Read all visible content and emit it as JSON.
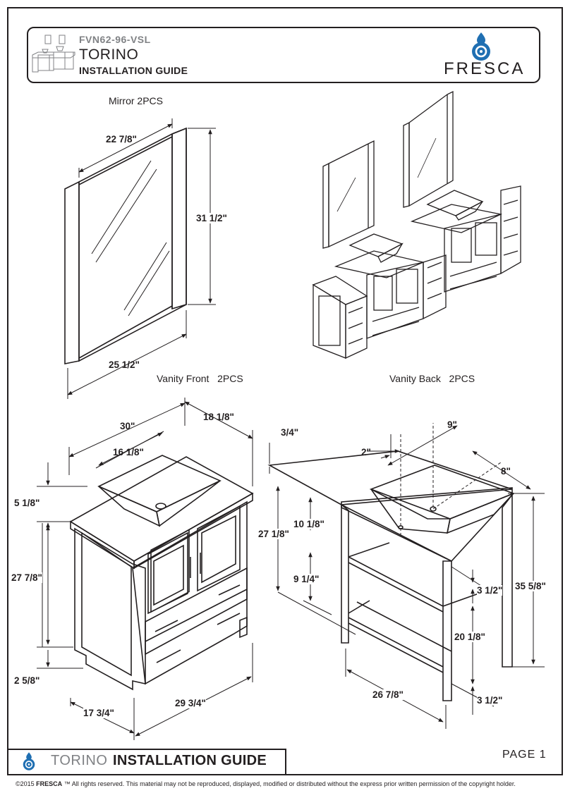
{
  "header": {
    "model": "FVN62-96-VSL",
    "series": "TORINO",
    "guide": "INSTALLATION GUIDE",
    "brand": "FRESCA"
  },
  "captions": {
    "mirror": "Mirror 2PCS",
    "vanity_front": "Vanity Front   2PCS",
    "vanity_back": "Vanity Back   2PCS"
  },
  "mirror_dims": {
    "width_top": "22 7/8\"",
    "height": "31 1/2\"",
    "width_bottom": "25 1/2\""
  },
  "front_dims": {
    "width": "30\"",
    "depth": "18 1/8\"",
    "sink_width": "16 1/8\"",
    "sink_height": "5 1/8\"",
    "cabinet_height": "27 7/8\"",
    "leg_height": "2 5/8\"",
    "base_depth": "17 3/4\"",
    "base_width": "29 3/4\""
  },
  "back_dims": {
    "top_thickness": "3/4\"",
    "offset_2": "2\"",
    "offset_9": "9\"",
    "offset_8": "8\"",
    "upper_height": "27 1/8\"",
    "upper_gap": "10 1/8\"",
    "lower_gap": "9 1/4\"",
    "shelf_1": "3 1/2\"",
    "total_height": "35 5/8\"",
    "lower_height": "20 1/8\"",
    "base_width": "26 7/8\"",
    "shelf_2": "3 1/2\""
  },
  "footer": {
    "series": "TORINO",
    "guide": "INSTALLATION GUIDE",
    "page": "PAGE 1",
    "copyright_prefix": "©2015",
    "copyright_brand": "FRESCA",
    "copyright_text": "™ All rights reserved. This material may not be reproduced, displayed, modified or distributed without the express prior written permission of the copyright holder."
  }
}
